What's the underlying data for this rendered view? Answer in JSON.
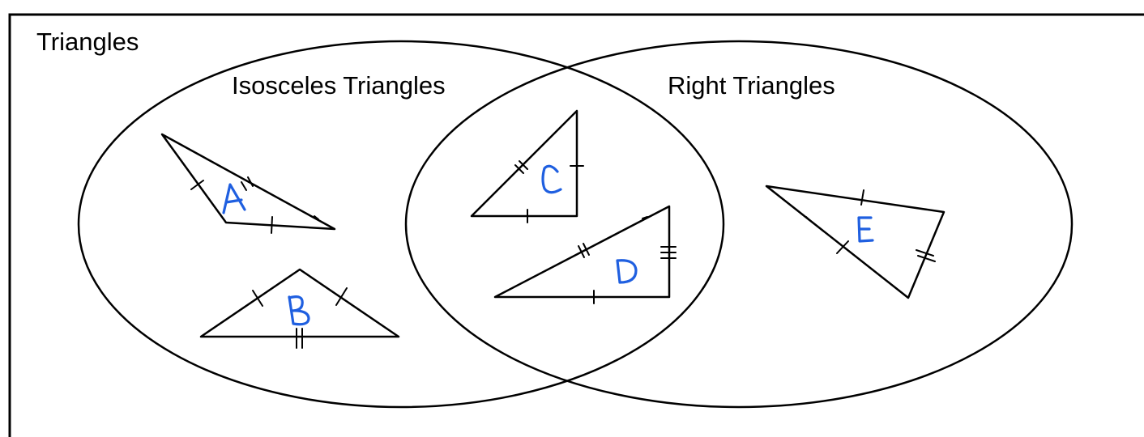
{
  "diagram": {
    "universe_label": "Triangles",
    "sets": [
      {
        "label": "Isosceles Triangles"
      },
      {
        "label": "Right Triangles"
      }
    ],
    "triangles": [
      {
        "letter": "A",
        "region": "Isosceles Triangles only"
      },
      {
        "letter": "B",
        "region": "Isosceles Triangles only"
      },
      {
        "letter": "C",
        "region": "Isosceles Triangles and Right Triangles"
      },
      {
        "letter": "D",
        "region": "Isosceles Triangles and Right Triangles"
      },
      {
        "letter": "E",
        "region": "Right Triangles only"
      }
    ],
    "colors": {
      "lines": "#000000",
      "handwriting": "#1f5fe0"
    }
  }
}
